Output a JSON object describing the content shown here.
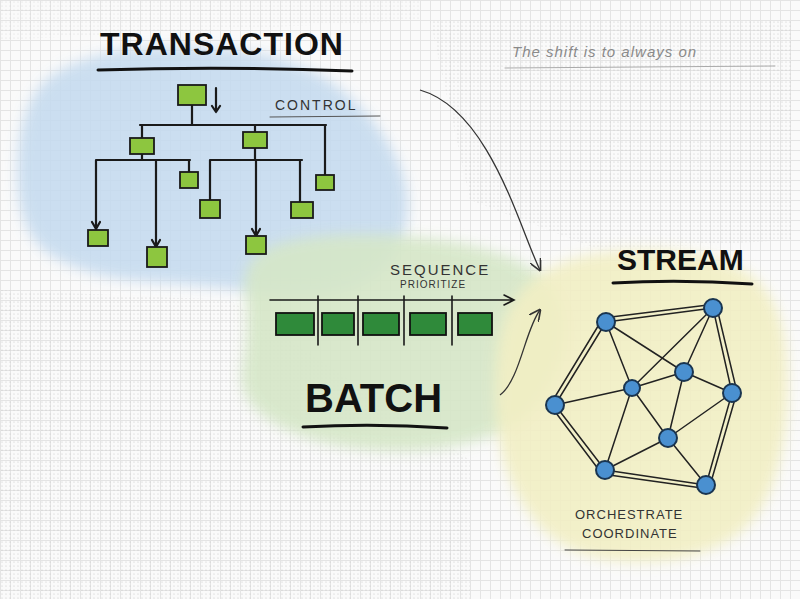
{
  "diagram": {
    "nodes": [
      {
        "text": [
          "TRANSACTION",
          "CONTROL"
        ]
      },
      {
        "text": [
          "SEQUENCE",
          "PRIORITIZE",
          "BATCH"
        ]
      },
      {
        "text": [
          "STREAM",
          "ORCHESTRATE",
          "COORDINATE"
        ]
      }
    ],
    "edges": [
      {
        "from": 0,
        "to": 2,
        "arrow": "to"
      },
      {
        "from": 1,
        "to": 2,
        "arrow": "to"
      }
    ],
    "labels": [
      "The shift is to always on"
    ]
  }
}
